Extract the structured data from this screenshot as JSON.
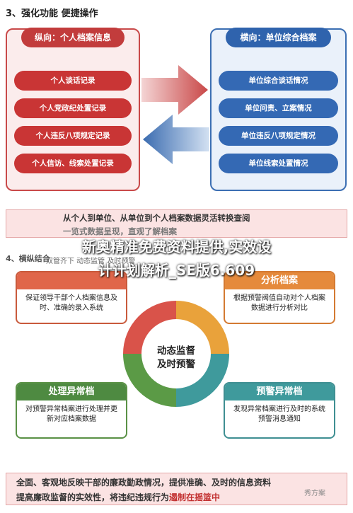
{
  "section3": {
    "title": "3、强化功能  便捷操作",
    "left": {
      "heading": "纵向：个人档案信息",
      "items": [
        "个人谈话记录",
        "个人党政纪处置记录",
        "个人违反八项规定记录",
        "个人信访、线索处置记录"
      ]
    },
    "right": {
      "heading": "横向：单位综合档案",
      "items": [
        "单位综合谈话情况",
        "单位问责、立案情况",
        "单位违反八项规定情况",
        "单位线索处置情况"
      ]
    },
    "banner_line1": "从个人到单位、从单位到个人档案数据灵活转换查阅",
    "banner_line2": "一览式数据呈现，直观了解档案"
  },
  "overlay": {
    "line1": "新奥精准免费资料提供,实效设",
    "line2": "计计划解析_SE版6.609"
  },
  "section4": {
    "title": "4、横纵结合",
    "subtitle": "双管齐下  动态监管  及时预警",
    "top_left": {
      "heading": "",
      "body": "保证领导干部个人档案信息及时、准确的录入系统"
    },
    "top_right": {
      "heading": "分析档案",
      "body": "根据预警阀值自动对个人档案数据进行分析对比"
    },
    "center": {
      "line1": "动态监督",
      "line2": "及时预警"
    },
    "bottom_left": {
      "heading": "处理异常档",
      "body": "对预警异常档案进行处理并更新对应档案数据"
    },
    "bottom_right": {
      "heading": "预警异常档",
      "body": "发现异常档案进行及时的系统预警消息通知"
    },
    "summary_line1": "全面、客观地反映干部的廉政勤政情况，提供准确、及时的信息资料",
    "summary_line2_a": "提高廉政监督的实效性，将违纪违规行为",
    "summary_line2_b": "遏制在摇篮中",
    "watermark": "秀方案"
  },
  "colors": {
    "red": "#c93535",
    "blue": "#3469b4",
    "orange": "#e58a3c",
    "green": "#4e8a41",
    "teal": "#3f9a9c"
  }
}
